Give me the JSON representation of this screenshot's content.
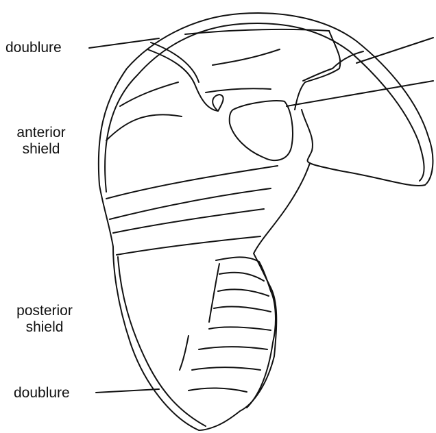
{
  "labels": {
    "doublure_top": "doublure",
    "anterior_line1": "anterior",
    "anterior_line2": "shield",
    "posterior_line1": "posterior",
    "posterior_line2": "shield",
    "doublure_bottom": "doublure"
  },
  "stroke_color": "#111111"
}
